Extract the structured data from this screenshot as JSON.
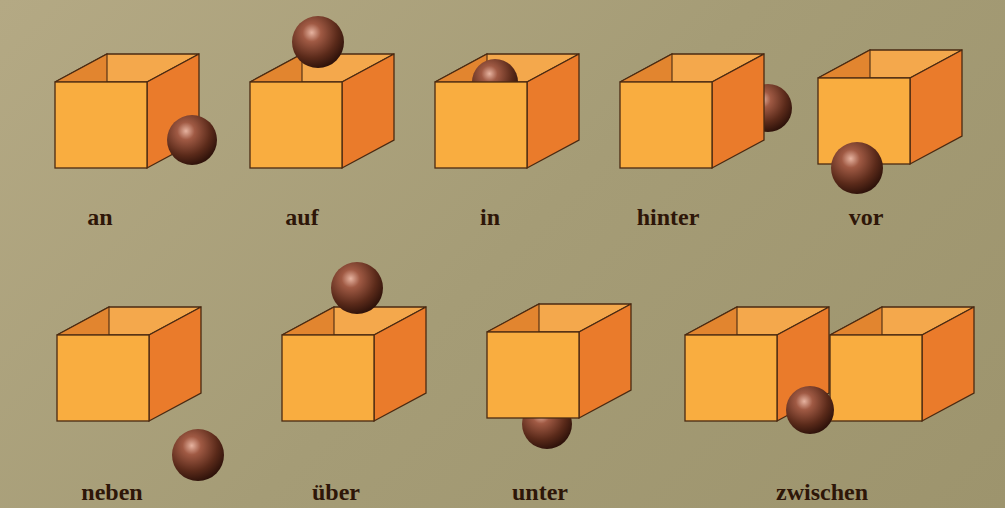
{
  "diagram": {
    "labels": [
      "an",
      "auf",
      "in",
      "hinter",
      "vor",
      "neben",
      "über",
      "unter",
      "zwischen"
    ]
  }
}
